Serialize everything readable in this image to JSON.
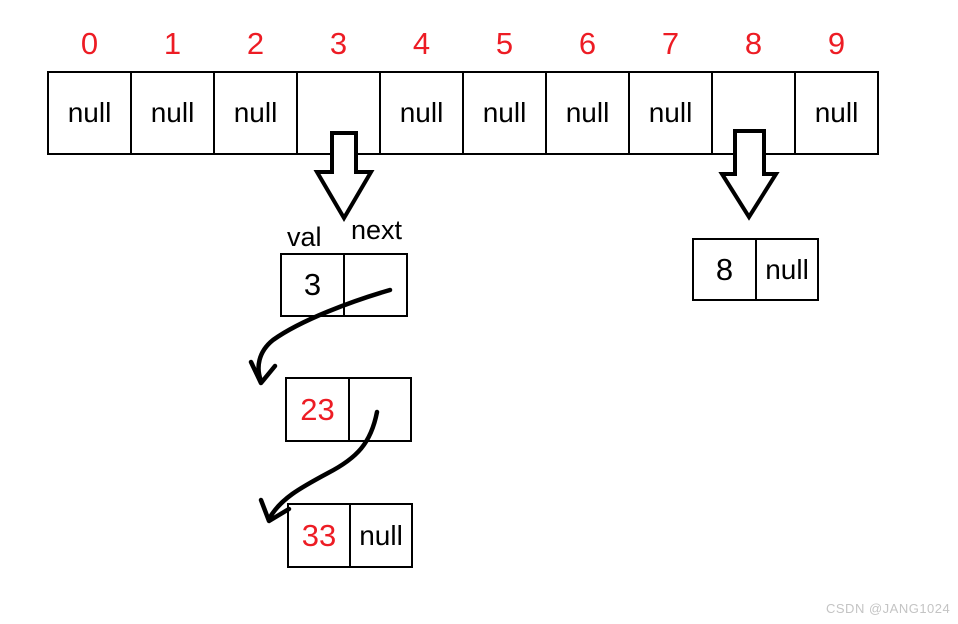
{
  "diagram": {
    "indices": [
      "0",
      "1",
      "2",
      "3",
      "4",
      "5",
      "6",
      "7",
      "8",
      "9"
    ],
    "buckets": [
      "null",
      "null",
      "null",
      "",
      "null",
      "null",
      "null",
      "null",
      "",
      "null"
    ],
    "field_labels": {
      "val": "val",
      "next": "next"
    },
    "nodes": {
      "n3": {
        "val": "3",
        "next": ""
      },
      "n23": {
        "val": "23",
        "next": ""
      },
      "n33": {
        "val": "33",
        "next": "null"
      },
      "n8": {
        "val": "8",
        "next": "null"
      }
    },
    "colors": {
      "index_red": "#ed1c24",
      "chain_value_red": "#ed1c24",
      "line_black": "#000000",
      "watermark_gray": "#c4c4c4"
    }
  },
  "watermark": "CSDN @JANG1024"
}
